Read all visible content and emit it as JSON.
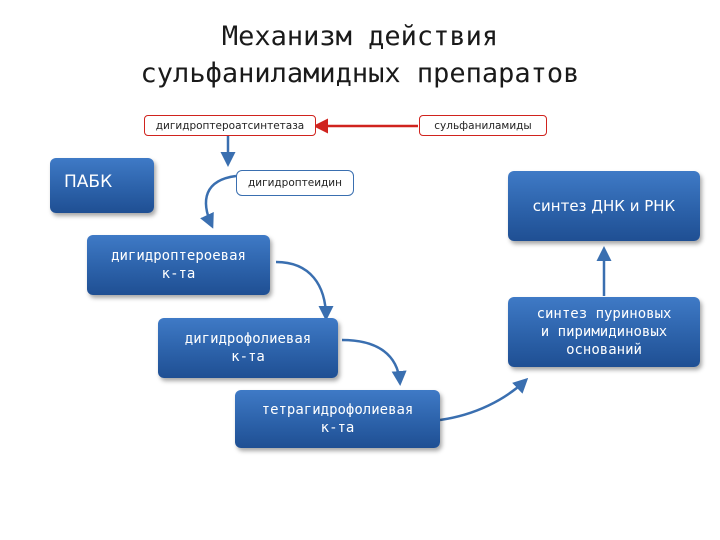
{
  "title": {
    "line1": "Механизм действия",
    "line2": "сульфаниламидных препаратов"
  },
  "nodes": {
    "enzyme": "дигидроптероатсинтетаза",
    "sulfonamides": "сульфаниламиды",
    "paba": "ПАБК",
    "dihydropteridine": "дигидроптеидин",
    "dihydropteroic_acid": [
      "дигидроптероевая",
      "к-та"
    ],
    "dihydrofolic_acid": [
      "дигидрофолиевая",
      "к-та"
    ],
    "tetrahydrofolic_acid": [
      "тетрагидрофолиевая",
      "к-та"
    ],
    "purine_synthesis": [
      "синтез пуриновых",
      "и пиримидиновых",
      "оснований"
    ],
    "dna_rna_synthesis": "синтез ДНК и РНК"
  },
  "colors": {
    "box_blue": "#2c62aa",
    "flow_arrow": "#3a6fb0",
    "inhibition_arrow": "#d0231e"
  }
}
